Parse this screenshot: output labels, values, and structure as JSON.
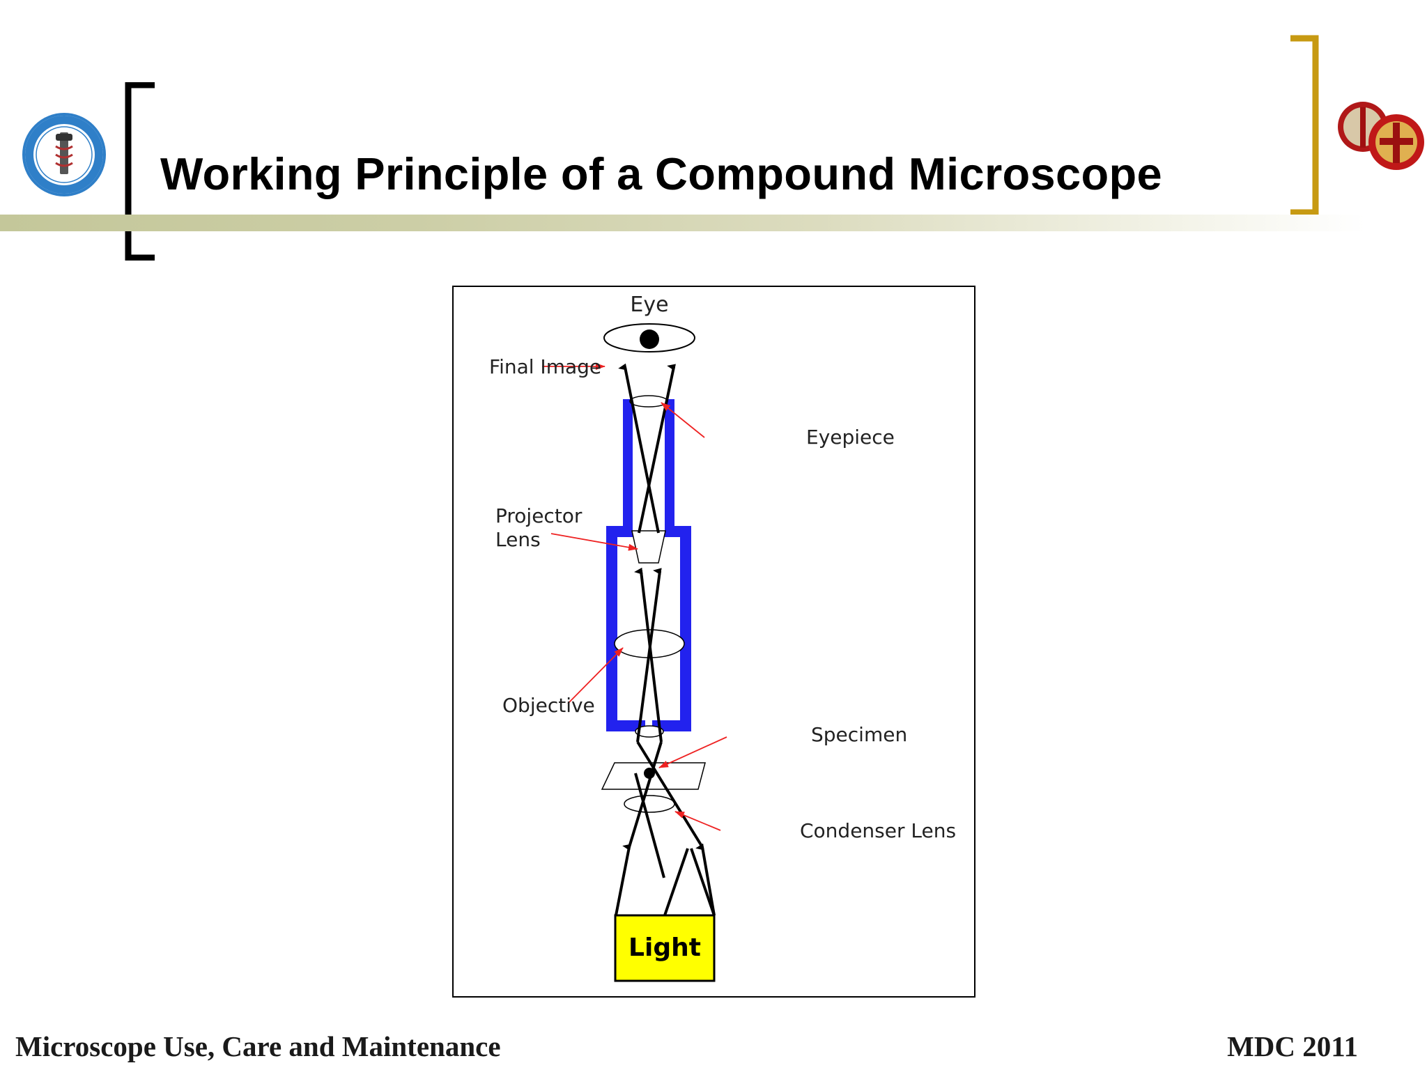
{
  "slide": {
    "title": "Working Principle of a Compound Microscope",
    "footer_left": "Microscope Use, Care and Maintenance",
    "footer_right": "MDC 2011",
    "left_logo_icon": "institute-seal-icon",
    "right_logo_icon": "medical-corps-emblem-icon",
    "colors": {
      "left_bracket": "#000000",
      "right_bracket": "#c79a12",
      "title_rule": "#c4c79a"
    }
  },
  "diagram": {
    "labels": {
      "eye": "Eye",
      "final_image": "Final Image",
      "eyepiece": "Eyepiece",
      "projector_lens_line1": "Projector",
      "projector_lens_line2": "Lens",
      "objective": "Objective",
      "specimen": "Specimen",
      "condenser_lens": "Condenser Lens",
      "light": "Light"
    },
    "colors": {
      "tube": "#2222ee",
      "pointer_arrows": "#ee2222",
      "light_box": "#ffff00",
      "rays": "#000000"
    }
  }
}
